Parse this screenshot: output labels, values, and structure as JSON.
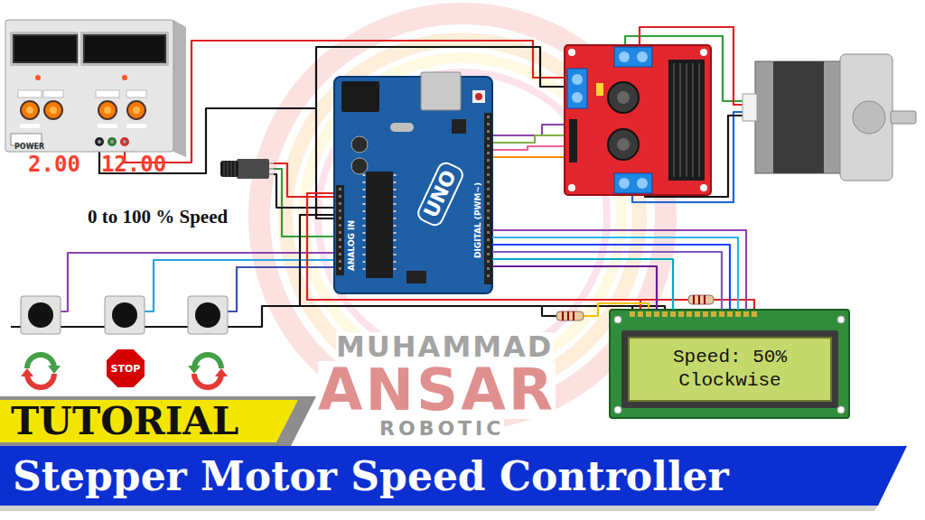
{
  "diagram": {
    "title": "Stepper Motor Speed Controller",
    "nodes": [
      {
        "text": [
          "POWER"
        ]
      },
      {
        "text": [
          "2.00"
        ],
        "in": 0
      },
      {
        "text": [
          "12.00"
        ],
        "in": 0
      },
      {
        "text": [
          "UNO"
        ]
      },
      {
        "text": [
          "STOP"
        ]
      },
      {
        "text": [
          "Speed: 50%",
          "Clockwise"
        ]
      },
      {
        "text": [
          "TUTORIAL"
        ]
      }
    ],
    "edges": [
      {
        "from": 3,
        "to": 5,
        "arrow": "none"
      },
      {
        "from": 3,
        "to": 5,
        "arrow": "none"
      },
      {
        "from": 3,
        "to": 5,
        "arrow": "none"
      },
      {
        "from": 3,
        "to": 5,
        "arrow": "none"
      },
      {
        "from": 3,
        "to": 5,
        "arrow": "none"
      },
      {
        "from": 3,
        "to": 5,
        "arrow": "none"
      }
    ],
    "labels": [
      "0 to 100 % Speed",
      "ANALOG IN",
      "DIGITAL (PWM~)",
      "MUHAMMAD",
      "ANSAR",
      "ROBOTIC"
    ]
  }
}
